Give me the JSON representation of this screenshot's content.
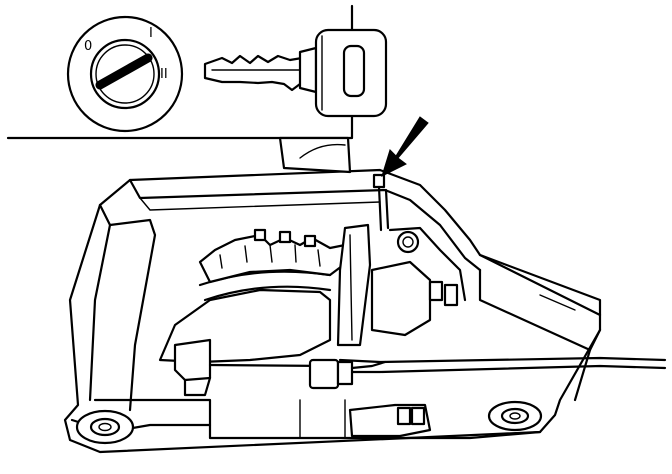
{
  "figure": {
    "inset": {
      "ignition_positions": [
        "0",
        "I",
        "II"
      ]
    },
    "callout": {
      "arrow": "pointer-arrow"
    }
  }
}
